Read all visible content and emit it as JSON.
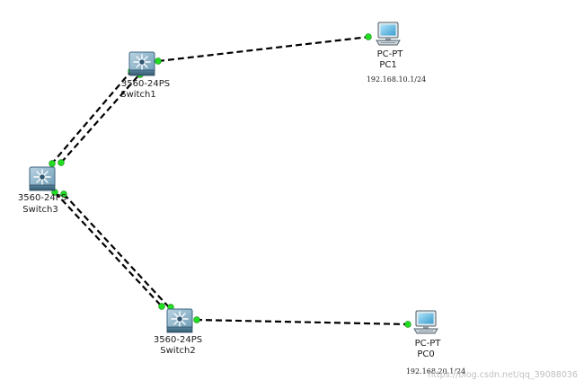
{
  "colors": {
    "link": "#000000",
    "link_status_up": "#22dd22",
    "switch_body": "#5f8ea8",
    "pc_screen": "#6fc4ea"
  },
  "devices": {
    "switch1": {
      "model": "3560-24PS",
      "name": "Switch1",
      "icon": "multilayer-switch-icon"
    },
    "switch2": {
      "model": "3560-24PS",
      "name": "Switch2",
      "icon": "multilayer-switch-icon"
    },
    "switch3": {
      "model": "3560-24PS",
      "name": "Switch3",
      "icon": "multilayer-switch-icon"
    },
    "pc1": {
      "model": "PC-PT",
      "name": "PC1",
      "ip": "192.168.10.1/24",
      "icon": "pc-icon"
    },
    "pc0": {
      "model": "PC-PT",
      "name": "PC0",
      "ip": "192.168.20.1/24",
      "icon": "pc-icon"
    }
  },
  "links": [
    {
      "from": "Switch1",
      "to": "PC1",
      "type": "copper-straight-through",
      "status": "up"
    },
    {
      "from": "Switch3",
      "to": "Switch1",
      "type": "copper-cross-over",
      "status": "up"
    },
    {
      "from": "Switch3",
      "to": "Switch1",
      "type": "copper-cross-over",
      "status": "up"
    },
    {
      "from": "Switch3",
      "to": "Switch2",
      "type": "copper-cross-over",
      "status": "up"
    },
    {
      "from": "Switch3",
      "to": "Switch2",
      "type": "copper-cross-over",
      "status": "up"
    },
    {
      "from": "Switch2",
      "to": "PC0",
      "type": "copper-straight-through",
      "status": "up"
    }
  ],
  "watermark": "https://blog.csdn.net/qq_39088036"
}
